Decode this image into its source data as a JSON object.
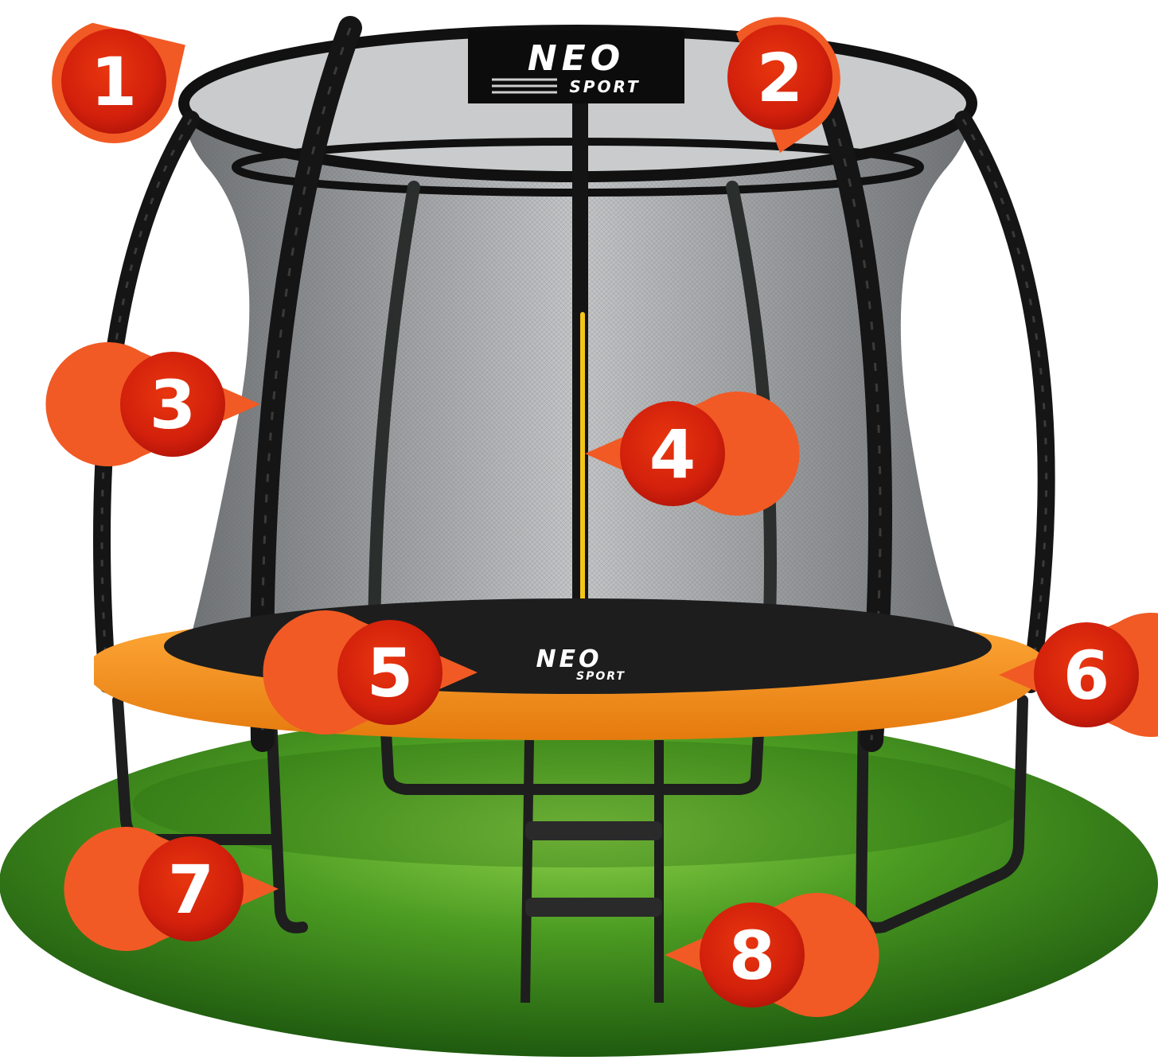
{
  "logo": {
    "brand": "NEO",
    "sub": "SPORT"
  },
  "mat_logo": {
    "brand": "NEO",
    "sub": "SPORT"
  },
  "markers": [
    {
      "label": "1",
      "points_to": "top-net-ring"
    },
    {
      "label": "2",
      "points_to": "top-net-ring"
    },
    {
      "label": "3",
      "points_to": "padded-pole"
    },
    {
      "label": "4",
      "points_to": "zipper-entrance"
    },
    {
      "label": "5",
      "points_to": "jumping-mat"
    },
    {
      "label": "6",
      "points_to": "spring-cover-pad"
    },
    {
      "label": "7",
      "points_to": "u-leg"
    },
    {
      "label": "8",
      "points_to": "ladder"
    }
  ],
  "colors": {
    "marker_outer": "#f15a24",
    "marker_inner": "#d2200c",
    "pad": "#f7931e",
    "net": "#9a9da0",
    "frame": "#1e1e1e",
    "grass": "#3f8f1c",
    "zipper": "#f5c518"
  }
}
